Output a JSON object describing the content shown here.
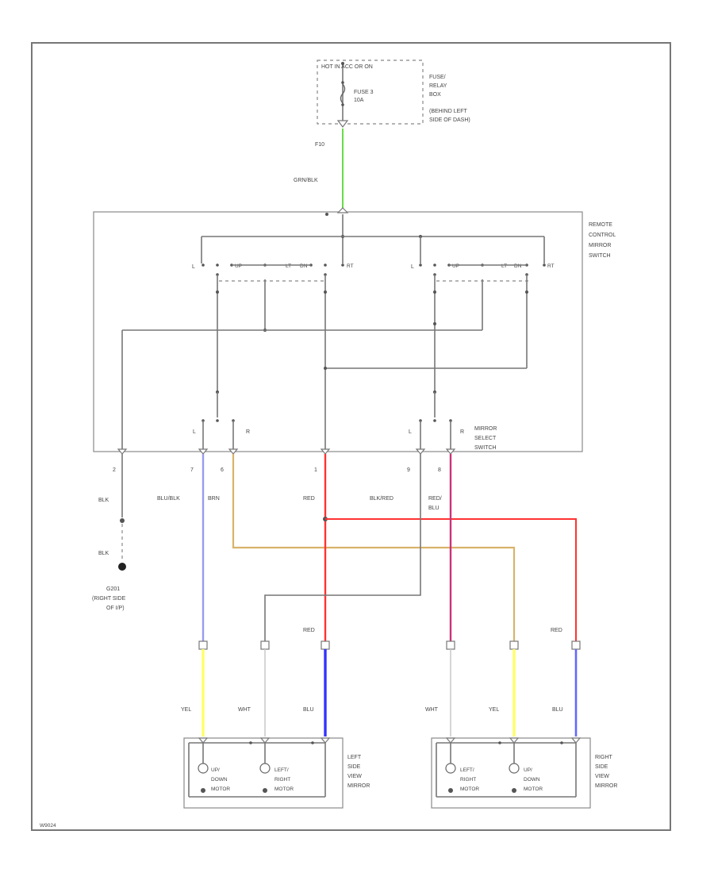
{
  "fuse_box": {
    "hot_label": "HOT IN ACC OR ON",
    "fuse_label": "FUSE 3",
    "fuse_rating": "10A",
    "description": [
      "FUSE/",
      "RELAY",
      "BOX",
      "(BEHIND LEFT",
      "SIDE OF DASH)"
    ],
    "connector": "F10"
  },
  "feed_wire": {
    "color_label": "GRN/BLK",
    "color": "#66dd44"
  },
  "switch_assembly": {
    "title": [
      "REMOTE",
      "CONTROL",
      "MIRROR",
      "SWITCH"
    ],
    "left_group": {
      "l_label": "L",
      "up": "UP",
      "dn": "DN",
      "lt": "LT",
      "rt": "RT"
    },
    "right_group": {
      "l_label": "L",
      "up": "UP",
      "dn": "DN",
      "lt": "LT",
      "rt": "RT"
    },
    "select_switch": {
      "title": [
        "MIRROR",
        "SELECT",
        "SWITCH"
      ],
      "left": {
        "l": "L",
        "r": "R"
      },
      "right": {
        "l": "L",
        "r": "R"
      }
    }
  },
  "pins": [
    "2",
    "7",
    "6",
    "1",
    "9",
    "8"
  ],
  "wires": {
    "blk": "BLK",
    "blu_blk": "BLU/BLK",
    "brn": "BRN",
    "red": "RED",
    "blk_red": "BLK/RED",
    "red_blu": [
      "RED/",
      "BLU"
    ],
    "blk2": "BLK",
    "red_left": "RED",
    "red_right": "RED",
    "yel_left": "YEL",
    "wht_left": "WHT",
    "blu_left": "BLU",
    "wht_right": "WHT",
    "yel_right": "YEL",
    "blu_right": "BLU"
  },
  "ground": {
    "label": [
      "G201",
      "(RIGHT SIDE",
      "OF I/P)"
    ]
  },
  "left_mirror": {
    "motor1": [
      "UP/",
      "DOWN",
      "MOTOR"
    ],
    "motor2": [
      "LEFT/",
      "RIGHT",
      "MOTOR"
    ],
    "title": [
      "LEFT",
      "SIDE",
      "VIEW",
      "MIRROR"
    ]
  },
  "right_mirror": {
    "motor1": [
      "LEFT/",
      "RIGHT",
      "MOTOR"
    ],
    "motor2": [
      "UP/",
      "DOWN",
      "MOTOR"
    ],
    "title": [
      "RIGHT",
      "SIDE",
      "VIEW",
      "MIRROR"
    ]
  },
  "footer_code": "W9024",
  "colors": {
    "green": "#66dd44",
    "violet": "#9a9aee",
    "tan": "#d9b36a",
    "red": "#ff3333",
    "magenta": "#cc3377",
    "yellow": "#ffff66",
    "blue": "#3333ff",
    "blue_light": "#6666ff",
    "white_wire": "#cccccc",
    "gray": "#777777"
  },
  "icons": [
    "fuse-icon",
    "ground-icon",
    "motor-icon",
    "splice-dot-icon"
  ]
}
